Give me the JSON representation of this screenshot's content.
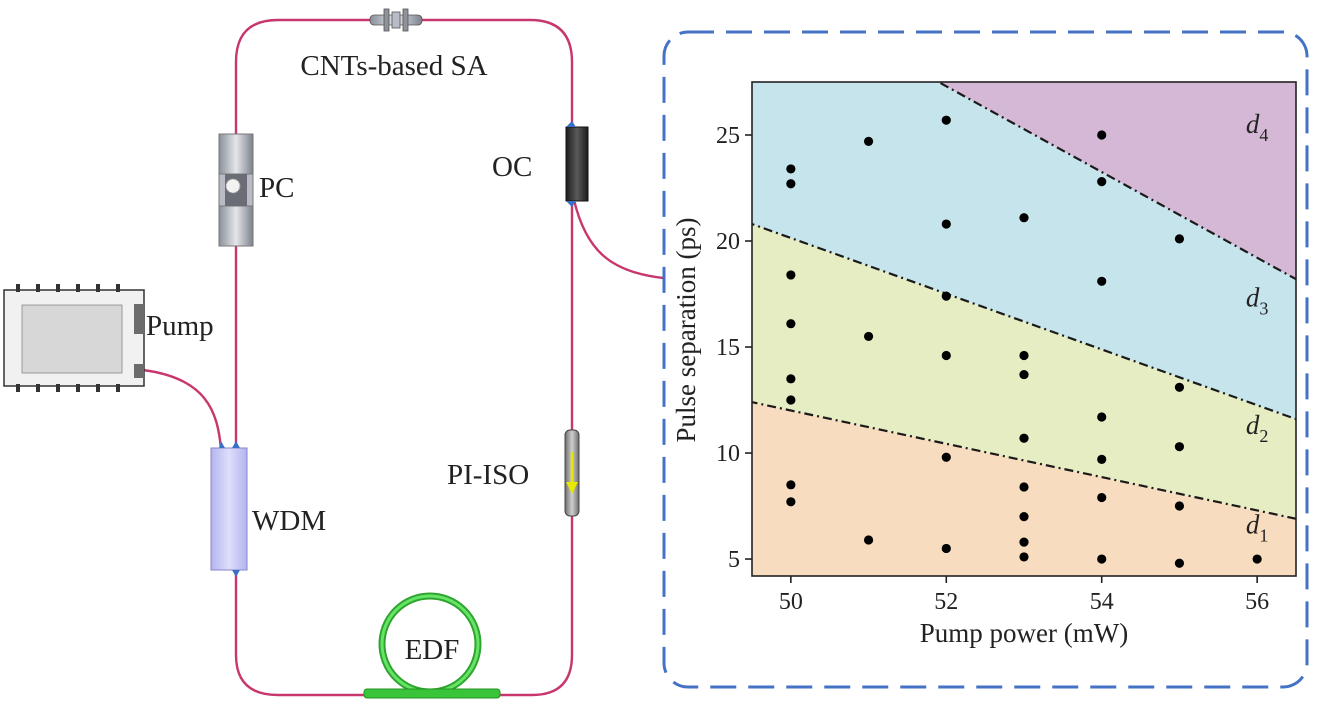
{
  "setup": {
    "labels": {
      "sa": "CNTs-based SA",
      "pc": "PC",
      "oc": "OC",
      "pump": "Pump",
      "wdm": "WDM",
      "iso": "PI-ISO",
      "edf": "EDF"
    },
    "colors": {
      "fiber": "#c8366e",
      "edf": "#33cc33",
      "wdm": "#c8c8f5",
      "iso_arrow": "#e8e800"
    },
    "icons": [
      "saturable-absorber-connector-icon",
      "polarization-controller-icon",
      "output-coupler-icon",
      "pump-laser-icon",
      "wdm-coupler-icon",
      "isolator-icon",
      "fiber-coil-icon"
    ]
  },
  "chart_data": {
    "type": "scatter",
    "xlabel": "Pump power (mW)",
    "ylabel": "Pulse separation (ps)",
    "xlim": [
      49.5,
      56.5
    ],
    "ylim": [
      4.2,
      27.5
    ],
    "xticks": [
      50,
      52,
      54,
      56
    ],
    "yticks": [
      5,
      10,
      15,
      20,
      25
    ],
    "grid": false,
    "points": [
      [
        50,
        23.4
      ],
      [
        50,
        22.7
      ],
      [
        50,
        18.4
      ],
      [
        50,
        16.1
      ],
      [
        50,
        13.5
      ],
      [
        50,
        12.5
      ],
      [
        50,
        8.5
      ],
      [
        50,
        7.7
      ],
      [
        51,
        24.7
      ],
      [
        51,
        15.5
      ],
      [
        51,
        5.9
      ],
      [
        52,
        25.7
      ],
      [
        52,
        20.8
      ],
      [
        52,
        17.4
      ],
      [
        52,
        14.6
      ],
      [
        52,
        9.8
      ],
      [
        52,
        5.5
      ],
      [
        53,
        21.1
      ],
      [
        53,
        14.6
      ],
      [
        53,
        13.7
      ],
      [
        53,
        10.7
      ],
      [
        53,
        8.4
      ],
      [
        53,
        7.0
      ],
      [
        53,
        5.8
      ],
      [
        53,
        5.1
      ],
      [
        54,
        25.0
      ],
      [
        54,
        22.8
      ],
      [
        54,
        18.1
      ],
      [
        54,
        11.7
      ],
      [
        54,
        9.7
      ],
      [
        54,
        7.9
      ],
      [
        54,
        5.0
      ],
      [
        55,
        20.1
      ],
      [
        55,
        13.1
      ],
      [
        55,
        10.3
      ],
      [
        55,
        7.5
      ],
      [
        55,
        4.8
      ],
      [
        56,
        5.0
      ]
    ],
    "boundaries": [
      {
        "from": [
          49.5,
          12.4
        ],
        "to": [
          56.5,
          6.9
        ]
      },
      {
        "from": [
          49.5,
          20.8
        ],
        "to": [
          56.5,
          11.6
        ]
      },
      {
        "from": [
          51.9,
          27.5
        ],
        "to": [
          56.5,
          18.2
        ]
      }
    ],
    "regions": [
      {
        "label": "d",
        "sub": "1",
        "color": "#f8dcbf",
        "label_at": [
          56.0,
          6.2
        ]
      },
      {
        "label": "d",
        "sub": "2",
        "color": "#e6edc2",
        "label_at": [
          56.0,
          10.9
        ]
      },
      {
        "label": "d",
        "sub": "3",
        "color": "#c6e4ec",
        "label_at": [
          56.0,
          16.9
        ]
      },
      {
        "label": "d",
        "sub": "4",
        "color": "#d5b8d6",
        "label_at": [
          56.0,
          25.1
        ]
      }
    ],
    "frame_color": "#4472c4"
  }
}
